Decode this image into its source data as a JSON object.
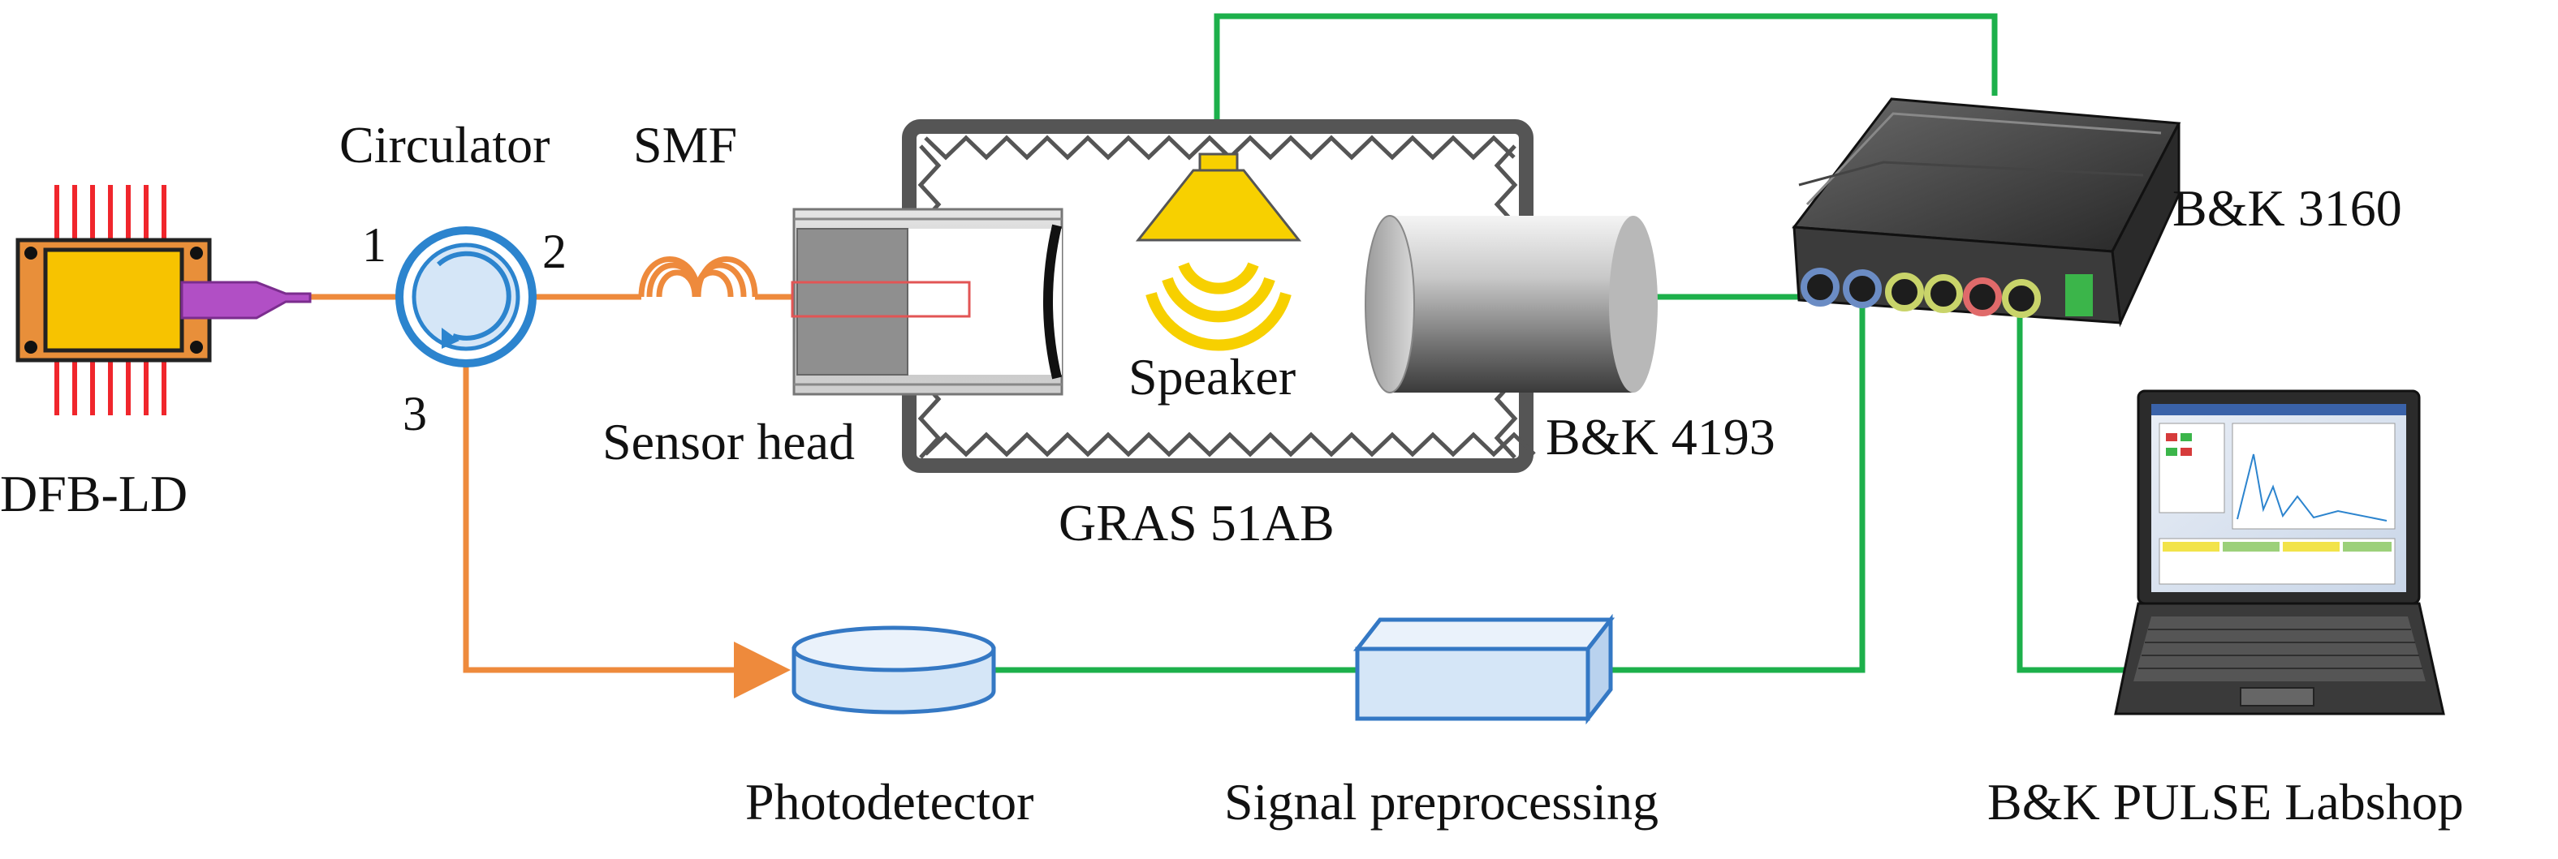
{
  "labels": {
    "dfb_ld": "DFB-LD",
    "circulator": "Circulator",
    "port1": "1",
    "port2": "2",
    "port3": "3",
    "smf": "SMF",
    "sensor_head": "Sensor head",
    "speaker": "Speaker",
    "bk4193": "B&K 4193",
    "gras": "GRAS 51AB",
    "bk3160": "B&K 3160",
    "photodetector": "Photodetector",
    "signal_preprocessing": "Signal preprocessing",
    "pulse_labshop": "B&K PULSE Labshop"
  },
  "colors": {
    "optical_fiber": "#EE8A3C",
    "electrical_cable": "#1DB04B",
    "laser_body": "#F7C300",
    "laser_fins": "#F0262C",
    "pigtail": "#B14FC5",
    "circulator": "#2C84CE",
    "component_fill": "#D5E6F7",
    "component_stroke": "#3478C4",
    "chamber_frame": "#555555",
    "speaker": "#F7D000"
  }
}
